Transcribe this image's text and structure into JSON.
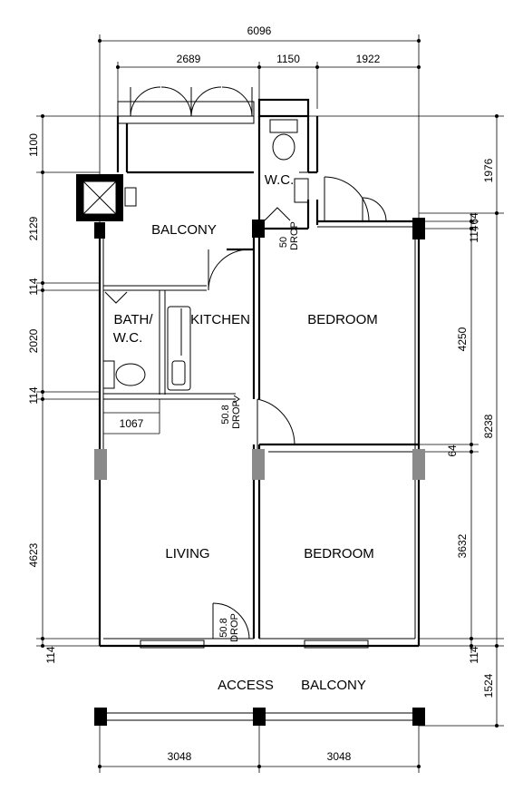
{
  "rooms": {
    "balcony": "BALCONY",
    "wc": "W.C.",
    "bath_line1": "BATH/",
    "bath_line2": "W.C.",
    "kitchen": "KITCHEN",
    "bedroom_upper": "BEDROOM",
    "bedroom_lower": "BEDROOM",
    "living": "LIVING",
    "access_1": "ACCESS",
    "access_2": "BALCONY"
  },
  "notes": {
    "drop_wc_1": "50",
    "drop_wc_2": "DROP",
    "drop_kitchen_1": "50.8",
    "drop_kitchen_2": "DROP",
    "drop_living_1": "50.8",
    "drop_living_2": "DROP"
  },
  "dimensions": {
    "top_total": "6096",
    "top_a": "2689",
    "top_b": "1150",
    "top_c": "1922",
    "left_1": "1100",
    "left_2": "2129",
    "left_3": "114",
    "left_4": "2020",
    "left_5": "114",
    "left_6": "4623",
    "left_7": "114",
    "inner_1067": "1067",
    "right_1976": "1976",
    "right_64a": "64",
    "right_114a": "114",
    "right_4250": "4250",
    "right_64b": "64",
    "right_3632": "3632",
    "right_114b": "114",
    "right_8238": "8238",
    "right_1524": "1524",
    "bottom_a": "3048",
    "bottom_b": "3048"
  }
}
